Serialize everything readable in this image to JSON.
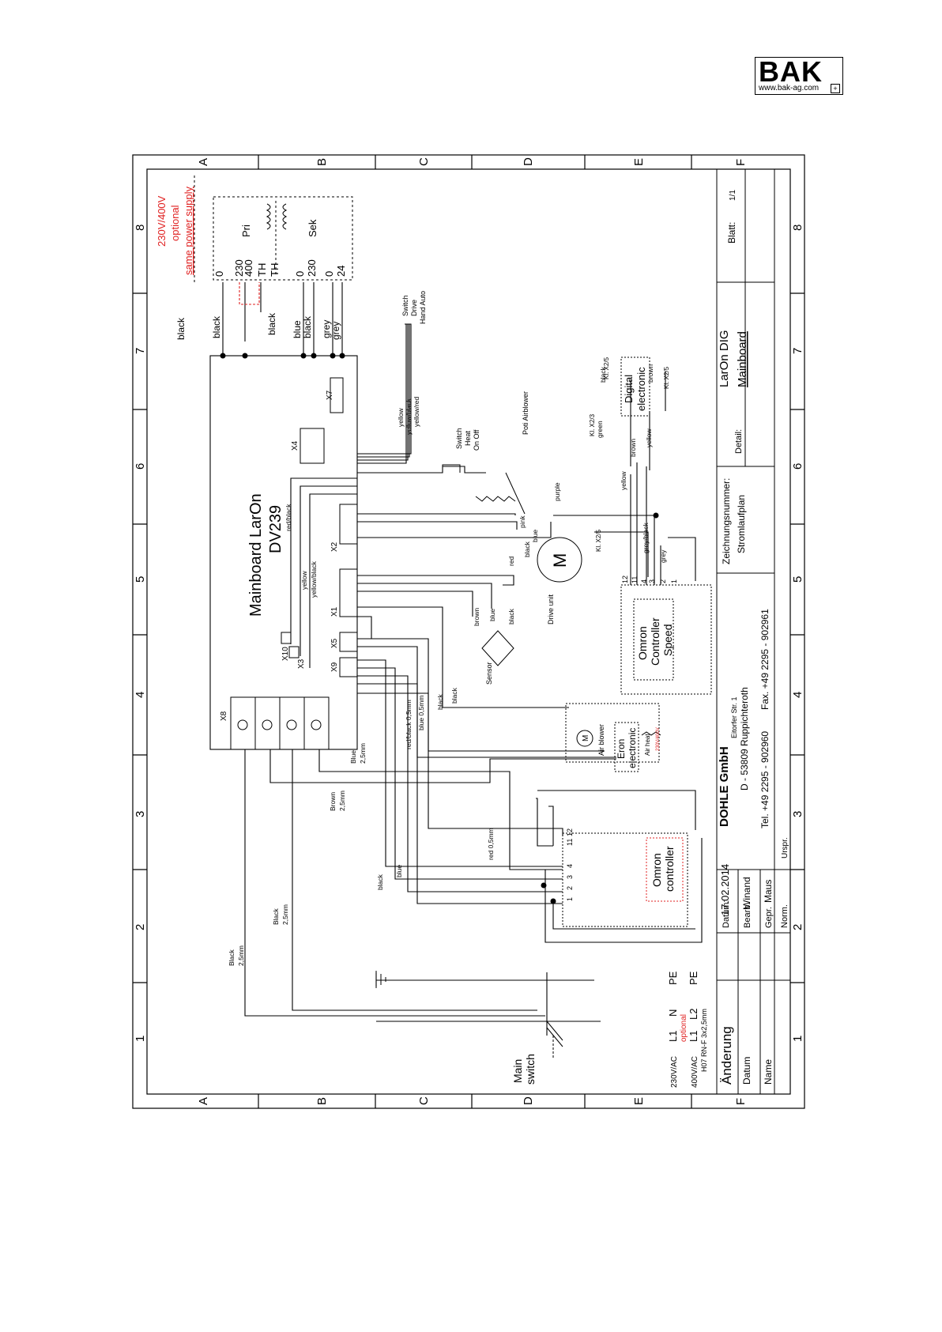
{
  "logo": {
    "brand": "BAK",
    "url": "www.bak-ag.com"
  },
  "grid": {
    "rows": [
      "A",
      "B",
      "C",
      "D",
      "E",
      "F"
    ],
    "cols": [
      "1",
      "2",
      "3",
      "4",
      "5",
      "6",
      "7",
      "8"
    ]
  },
  "supply_note": [
    "230V/400V",
    "optional",
    "same power supply"
  ],
  "transformer": {
    "pri": "Pri",
    "sek": "Sek",
    "terminals": [
      "0",
      "230",
      "400",
      "TH",
      "TH",
      "0",
      "230",
      "0",
      "24"
    ]
  },
  "mainboard": {
    "title": "Mainboard LarOn",
    "model": "DV239"
  },
  "connectors": {
    "x1": "X1",
    "x2": "X2",
    "x3": "X3",
    "x4": "X4",
    "x5": "X5",
    "x7": "X7",
    "x8": "X8",
    "x9": "X9",
    "x10": "X10"
  },
  "wires": {
    "black": "black",
    "blue": "blue",
    "grey": "grey",
    "red": "red",
    "brown": "brown",
    "purple": "purple",
    "pink": "pink",
    "red_black": "red/black",
    "yellow": "yellow",
    "yellow_black": "yellow/black",
    "yellow_red": "yellow/red",
    "grey_black": "grey/black",
    "green": "green",
    "red_black_05": "red/black 0,5mm",
    "blue_05": "blue 0,5mm",
    "red_05": "red 0,5mm",
    "blue_25": [
      "Blue",
      "2,5mm"
    ],
    "brown_25": [
      "Brown",
      "2,5mm"
    ],
    "black_25": [
      "Black",
      "2,5mm"
    ],
    "black_25_lower": [
      "Black",
      "2,5mm"
    ]
  },
  "components": {
    "switch_drive": [
      "Switch",
      "Drive",
      "Hand Auto"
    ],
    "switch_heat": [
      "Switch",
      "Heat",
      "On Off"
    ],
    "poti": "Poti Airblower",
    "motor": "M",
    "drive_unit": "Drive unit",
    "sensor": "Sensor",
    "air_blower": "Air blower",
    "blower_motor": "M",
    "eron": [
      "Eron",
      "electronic"
    ],
    "air_heat": "Air heat",
    "air_heat_note": "230V/400V",
    "digital": [
      "Digital",
      "electronic"
    ],
    "omron_speed": [
      "Omron",
      "Controller",
      "Speed"
    ],
    "omron_controller": [
      "Omron",
      "controller"
    ],
    "main_switch": [
      "Main",
      "switch"
    ],
    "kl_labels": [
      "Kl. X2/5",
      "Kl. X2/3",
      "Kl. X2/5",
      "Kl. X2/5"
    ],
    "omron_speed_pins": [
      "12",
      "11",
      "4",
      "3",
      "2",
      "1"
    ],
    "omron_ctrl_pins": [
      "1",
      "2",
      "3",
      "4",
      "11",
      "12"
    ]
  },
  "supply": {
    "v230": "230V/AC",
    "v400": "400V/AC",
    "l1": "L1",
    "n": "N",
    "pe": "PE",
    "l1b": "L1",
    "l2": "L2",
    "pe2": "PE",
    "optional": "optional",
    "cable": "H07 RN-F 3x2,5mm"
  },
  "titleblock": {
    "aenderung": "Änderung",
    "datum": "Datum",
    "name": "Name",
    "datum_label": "Datum:",
    "datum_value": "17.02.2014",
    "bearb": "Bearb.",
    "bearb_value": "Winand",
    "gepr": "Gepr.",
    "gepr_value": "Maus",
    "norm": "Norm.",
    "urspr": "Urspr.",
    "company": "DOHLE GmbH",
    "street": "Eitorfer Str. 1",
    "city": "D - 53809 Ruppichteroth",
    "tel": "Tel. +49 2295 - 902960",
    "fax": "Fax. +49 2295 - 902961",
    "zeichnungsnummer": "Zeichnungsnummer:",
    "stromlaufplan": "Stromlaufplan",
    "detail": "Detail:",
    "product": "LarOn DIG",
    "part": "Mainboard",
    "blatt": "Blatt:",
    "blatt_value": "1/1"
  },
  "colors": {
    "annotation": "#e02020",
    "line": "#000000"
  }
}
